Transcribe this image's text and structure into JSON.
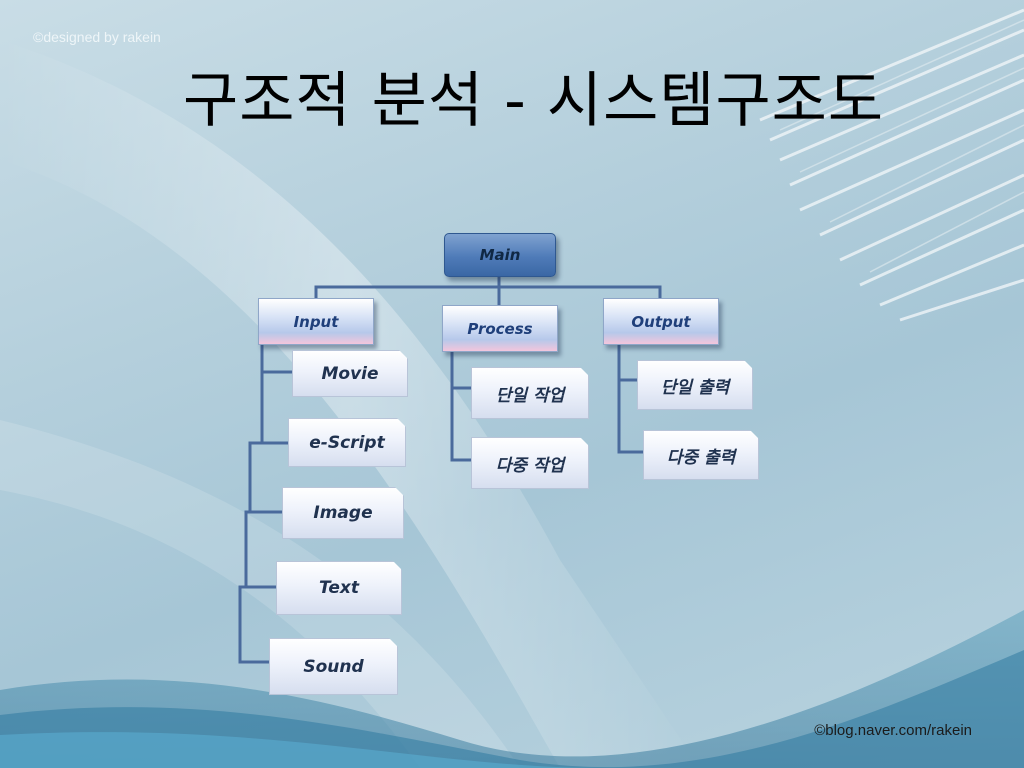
{
  "slide": {
    "watermark": "©designed by rakein",
    "title": "구조적 분석 - 시스템구조도",
    "footer": "©blog.naver.com/rakein"
  },
  "diagram": {
    "root": "Main",
    "input": {
      "label": "Input",
      "children": [
        "Movie",
        "e-Script",
        "Image",
        "Text",
        "Sound"
      ]
    },
    "process": {
      "label": "Process",
      "children": [
        "단일 작업",
        "다중 작업"
      ]
    },
    "output": {
      "label": "Output",
      "children": [
        "단일 출력",
        "다중 출력"
      ]
    }
  },
  "colors": {
    "connector": "#4a6a9c",
    "main_box": "#4f7bb8"
  }
}
